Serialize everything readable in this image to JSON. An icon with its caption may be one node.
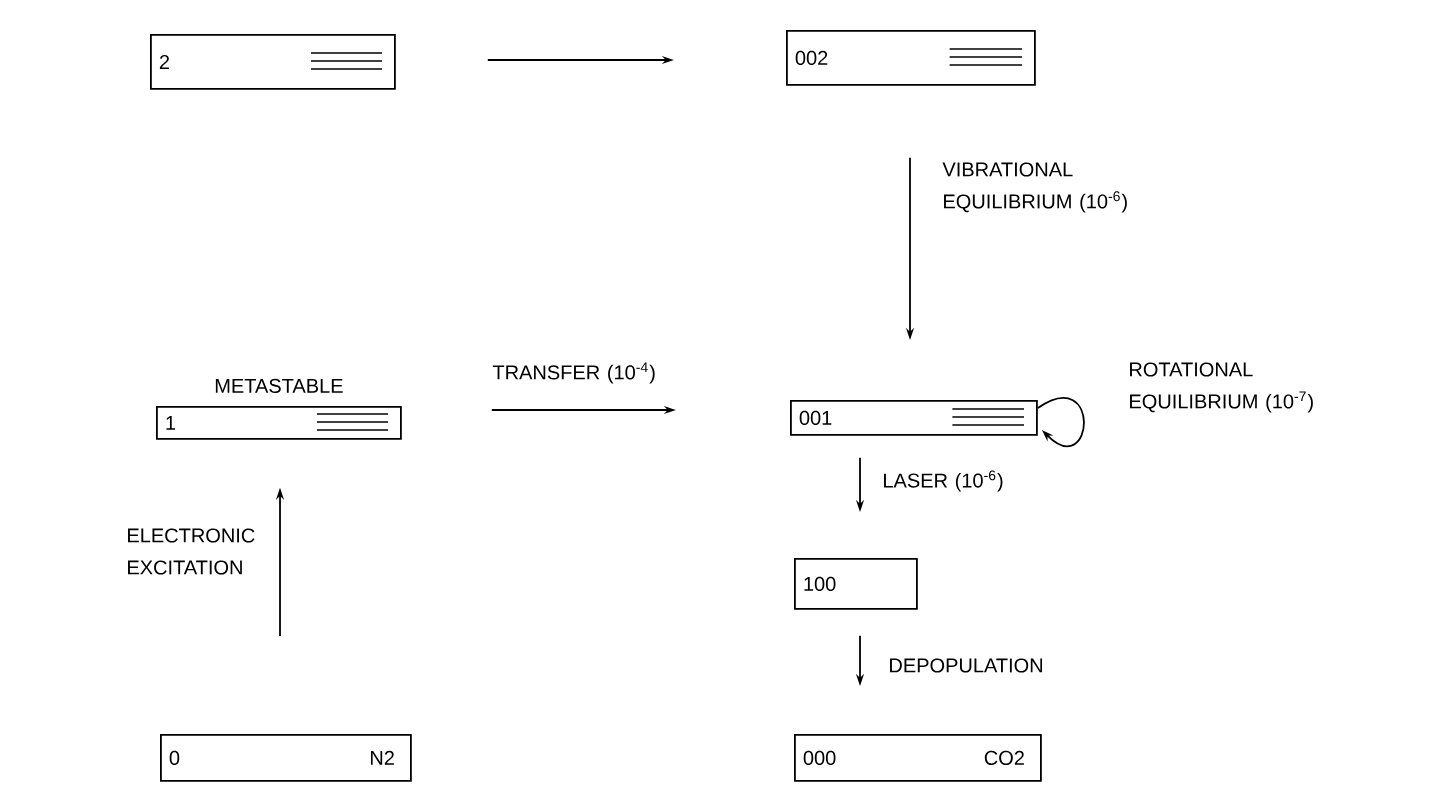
{
  "diagram": {
    "nodes": [
      {
        "text": [
          "2"
        ]
      },
      {
        "text": [
          "002"
        ]
      },
      {
        "text": [
          "1"
        ],
        "beside": [
          "METASTABLE"
        ]
      },
      {
        "text": [
          "001"
        ]
      },
      {
        "text": [
          "100"
        ]
      },
      {
        "text": [
          "0",
          "N2"
        ]
      },
      {
        "text": [
          "000",
          "CO2"
        ]
      }
    ],
    "edges": [
      {
        "from": 0,
        "to": 1,
        "arrow": "to"
      },
      {
        "from": 1,
        "to": 3,
        "arrow": "to",
        "label": "VIBRATIONAL EQUILIBRIUM (10$^{-6}$)"
      },
      {
        "from": 2,
        "to": 3,
        "arrow": "to",
        "label": "TRANSFER (10$^{-4}$)"
      },
      {
        "from": 3,
        "to": 3,
        "arrow": "to",
        "label": "ROTATIONAL EQUILIBRIUM (10$^{-7}$)"
      },
      {
        "from": 3,
        "to": 4,
        "arrow": "to",
        "label": "LASER (10$^{-6}$)"
      },
      {
        "from": 4,
        "to": 6,
        "arrow": "to",
        "label": "DEPOPULATION"
      },
      {
        "from": 5,
        "to": 2,
        "arrow": "to",
        "label": "ELECTRONIC EXCITATION"
      }
    ]
  }
}
